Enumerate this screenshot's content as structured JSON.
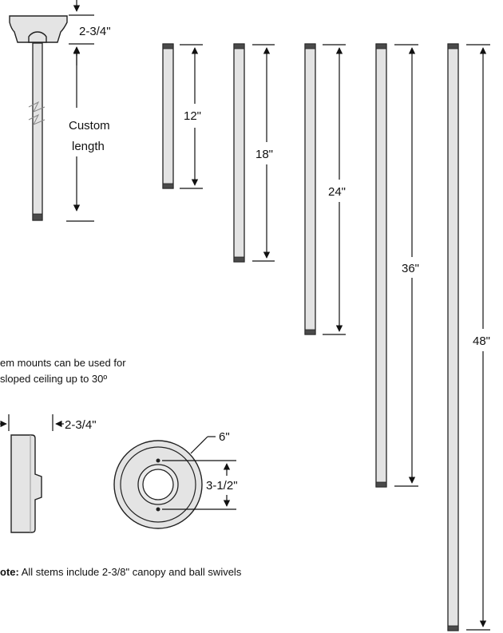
{
  "canopy_assembly": {
    "canopy_height_label": "2-3/4\"",
    "custom_label_line1": "Custom",
    "custom_label_line2": "length"
  },
  "stems": [
    {
      "label": "12\""
    },
    {
      "label": "18\""
    },
    {
      "label": "24\""
    },
    {
      "label": "36\""
    },
    {
      "label": "48\""
    }
  ],
  "sloped_note": {
    "line1": "em mounts can be used for",
    "line2": "sloped ceiling up to 30º"
  },
  "canopy_detail": {
    "depth_label": "2-3/4\"",
    "diameter_label": "6\"",
    "hole_spacing_label": "3-1/2\""
  },
  "footer_note": {
    "prefix": "ote:",
    "text": " All stems include 2-3/8\" canopy and ball swivels"
  },
  "colors": {
    "rod_fill": "#e3e3e3",
    "rod_cap": "#4a4a4a",
    "line": "#111111"
  }
}
